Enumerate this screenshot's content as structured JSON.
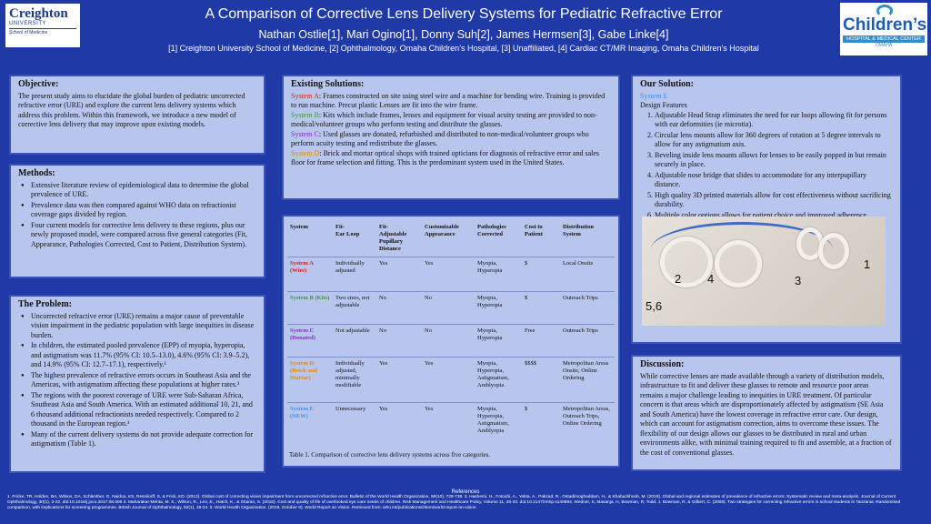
{
  "header": {
    "title": "A Comparison of Corrective Lens Delivery Systems for Pediatric Refractive Error",
    "authors": "Nathan Ostlie[1], Mari Ogino[1], Donny Suh[2], James Hermsen[3], Gabe Linke[4]",
    "affiliations": "[1] Creighton University School of Medicine, [2] Ophthalmology, Omaha Children’s Hospital, [3] Unaffiliated, [4] Cardiac CT/MR Imaging, Omaha Children’s Hospital",
    "logo_left": {
      "name": "Creighton",
      "sub": "UNIVERSITY",
      "sub2": "School of Medicine"
    },
    "logo_right": {
      "name": "Children’s",
      "sub": "HOSPITAL & MEDICAL CENTER",
      "sub2": "OMAHA"
    }
  },
  "objective": {
    "heading": "Objective:",
    "text": "The present study aims to elucidate the global burden of pediatric uncorrected refractive error (URE) and explore the current lens delivery systems which address this problem. Within this framework, we introduce a new model of corrective lens delivery that may improve upon existing models."
  },
  "methods": {
    "heading": "Methods:",
    "items": [
      "Extensive literature review of epidemiological data to determine the global prevalence of URE.",
      "Prevalence data was then compared against WHO data on refractionist coverage gaps divided by region.",
      "Four current models for corrective lens delivery to these regions, plus our newly proposed model, were compared across five general categories (Fit, Appearance, Pathologies Corrected, Cost to Patient, Distribution System)."
    ]
  },
  "problem": {
    "heading": "The Problem:",
    "items": [
      "Uncorrected refractive error (URE) remains a major cause of preventable vision impairment in the pediatric population with large inequities in disease burden.",
      "In children, the estimated pooled prevalence (EPP) of myopia, hyperopia, and astigmatism was 11.7% (95% CI: 10.5–13.0), 4.6% (95% CI: 3.9–5.2), and 14.9% (95% CI: 12.7–17.1), respectively.¹",
      "The highest prevalence of refractive errors occurs in Southeast Asia and the Americas, with astigmatism affecting these populations at higher rates.³",
      "The regions with the poorest coverage of URE were Sub-Saharan Africa, Southeast Asia and South America. With an estimated additional 10, 21, and 6 thousand additional refractionists needed respectively. Compared to 2 thousand in the European region.¹",
      "Many of the current delivery systems do not provide adequate correction for astigmatism (Table 1)."
    ]
  },
  "existing": {
    "heading": "Existing Solutions:",
    "items": [
      {
        "name": "System A",
        "text": ": Frames constructed on site using steel wire and a machine for bending wire. Training is provided to run machine. Precut plastic Lenses are fit into the wire frame."
      },
      {
        "name": "System B",
        "text": ": Kits which include frames, lenses and equipment for visual acuity testing are provided to non-medical/volunteer groups who perform testing and distribute the glasses."
      },
      {
        "name": "System C",
        "text": ": Used glasses are donated, refurbished and distributed to non-medical/volunteer groups who perform acuity testing and redistribute the glasses."
      },
      {
        "name": "System D",
        "text": ": Brick and mortar optical shops with trained opticians for diagnosis of refractive error and sales floor for frame selection and fitting. This is the predominant system used in the United States."
      }
    ]
  },
  "table": {
    "headers": [
      "System",
      "Fit-\nEar Loop",
      "Fit-\nAdjustable Pupillary Distance",
      "Customizable Appearance",
      "Pathologies Corrected",
      "Cost to Patient",
      "Distribution System"
    ],
    "rows": [
      {
        "system": "System A (Wire)",
        "cells": [
          "Individually adjusted",
          "Yes",
          "Yes",
          "Myopia, Hyperopia",
          "$",
          "Local Onsite"
        ]
      },
      {
        "system": "System B (Kits)",
        "cells": [
          "Two sizes, not adjustable",
          "No",
          "No",
          "Myopia, Hyperopia",
          "$",
          "Outreach Trips"
        ]
      },
      {
        "system": "System C (Donated)",
        "cells": [
          "Not adjustable",
          "No",
          "No",
          "Myopia, Hyperopia",
          "Free",
          "Outreach Trips"
        ]
      },
      {
        "system": "System D (Brick and Mortar)",
        "cells": [
          "Individually adjusted, minimally modifiable",
          "Yes",
          "Yes",
          "Myopia, Hyperopia, Astigmatism, Amblyopia",
          "$$$$",
          "Metropolitan Areas Onsite, Online Ordering"
        ]
      },
      {
        "system": "System E (NEW)",
        "cells": [
          "Unnecessary",
          "Yes",
          "Yes",
          "Myopia, Hyperopia, Astigmatism, Amblyopia",
          "$",
          "Metropolitan Areas, Outreach Trips, Online Ordering"
        ]
      }
    ],
    "caption": "Table 1. Comparison of corrective lens delivery systems across five categories."
  },
  "solution": {
    "heading": "Our Solution:",
    "system": "System E",
    "subheading": "Design Features",
    "items": [
      "Adjustable Head Strap eliminates the need for ear loops allowing fit for persons with ear deformities (ie microtia).",
      "Circular lens mounts allow for 360 degrees of rotation at 5 degree intervals to allow for any astigmatism axis.",
      "Beveling inside lens mounts allows for lenses to be easily popped in but remain securely in place.",
      "Adjustable nose bridge that slides to accommodate for any interpupillary distance.",
      "High quality 3D printed materials allow for cost effectiveness without sacrificing durability.",
      "Multiple color options allows for patient choice and improved adherence."
    ],
    "photo_labels": [
      "1",
      "2",
      "3",
      "4",
      "5,6"
    ]
  },
  "discussion": {
    "heading": "Discussion:",
    "text": "While corrective lenses are made available through a variety of distribution models, infrastructure to fit and deliver these glasses to remote and resource poor areas remains a major challenge leading to inequities in URE treatment. Of particular concern is that areas which are disproportionately affected by astigmatism (SE Asia and South America) have the lowest coverage in refractive error care. Our design, which can account for astigmatism correction, aims to overcome these issues. The flexibility of our design allows our glasses to be distributed in rural and urban environments alike, with minimal training required to fit and assemble, at a fraction of the cost of conventional glasses."
  },
  "references": {
    "heading": "References",
    "text": "1. Fricke, TR, Holden, BA, Wilson, DA, Schlenther, G, Naidoo, KS, Resnikoff, S, & Frick, KD. (2012). Global cost of correcting vision impairment from uncorrected refractive error. Bulletin of the World Health Organization, 90(10), 728-738. 2. Hashemi, H., Fotouhi, A., Yekta, A., Pakzad, R., Ostadimoghaddam, H., & Khabazkhoob, M. (2018). Global and regional estimates of prevalence of refractive errors: Systematic review and meta-analysis. Journal of Current Ophthalmology, 30(1), 3-22. doi:10.1016/j.joco.2017.08.009 3. Maharakar-Mehta, M. S., Wilson, R., Leo, E., Hatch, K., & Sharan, S. (2018). Cost and quality of life of overlooked eye care needs of children. Risk Management and Healthcare Policy, Volume 11, 25-33. doi:10.2147/rmhp.s149594. Wedner, S, Masanja, H, Bowman, R, Todd, J, Bowman, R, & Gilbert, C. (2008). Two strategies for correcting refractive errors in school students in Tanzania: Randomised comparison, with implications for screening programmes. British Journal of Ophthalmology, 92(1), 19-24. 5. World Health Organization. (2019, October 8). World Report on Vision. Retrieved from: who.int/publications/i/item/world-report-on-vision"
  },
  "colors": {
    "background": "#1f3aa6",
    "panel": "#b8c6ee",
    "system_a": "#d02020",
    "system_b": "#3a9a3a",
    "system_c": "#8a2bc8",
    "system_d": "#e08a10",
    "system_e": "#4a8fe8"
  }
}
